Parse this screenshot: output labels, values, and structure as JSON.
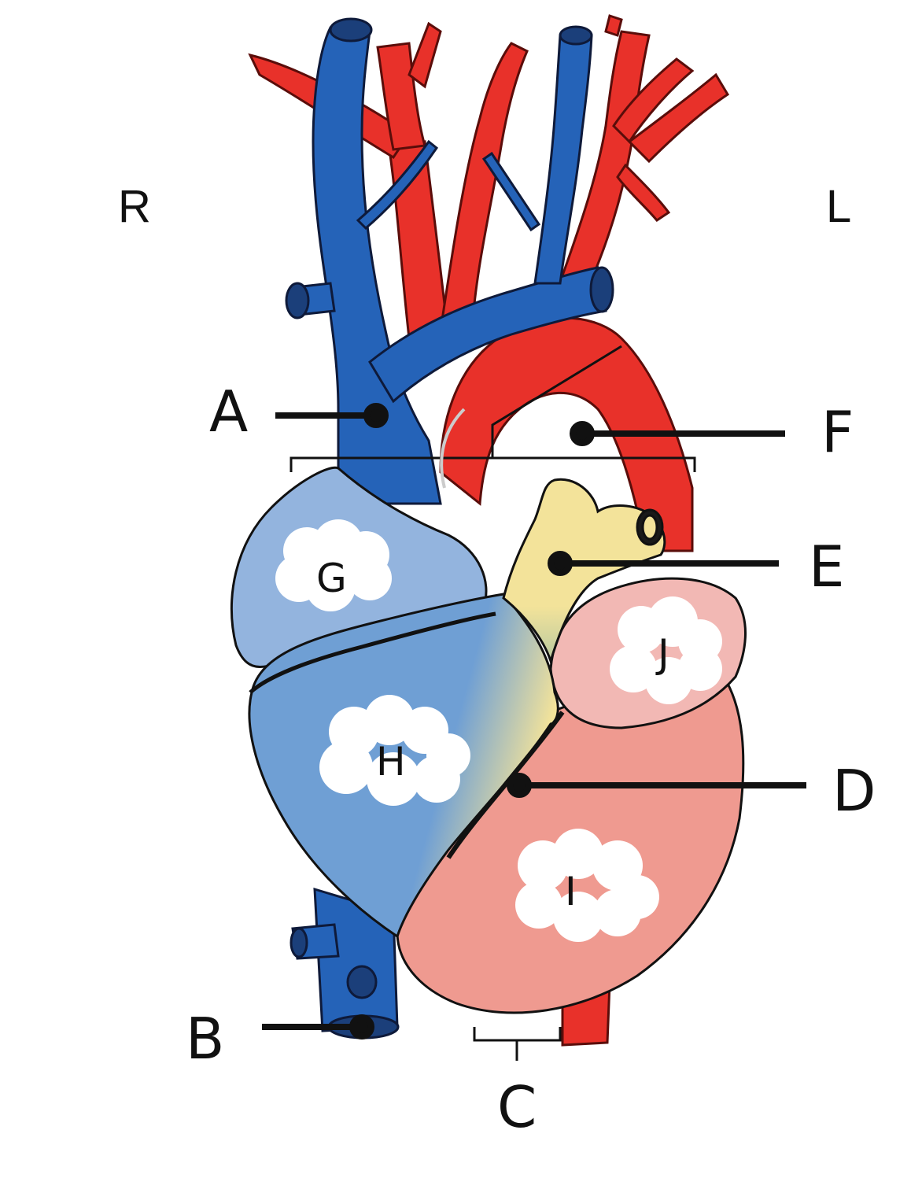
{
  "orientation": {
    "right": "R",
    "left": "L"
  },
  "labels": {
    "A": "A",
    "B": "B",
    "C": "C",
    "D": "D",
    "E": "E",
    "F": "F",
    "G": "G",
    "H": "H",
    "I": "I",
    "J": "J"
  },
  "colors": {
    "vein_blue": "#2563b8",
    "artery_red": "#e8312a",
    "right_atrium": "#93b4de",
    "right_ventricle": "#6f9fd4",
    "left_ventricle": "#ef9a90",
    "left_atrium": "#f2b8b4",
    "pulmonary_trunk": "#f3e39a"
  }
}
